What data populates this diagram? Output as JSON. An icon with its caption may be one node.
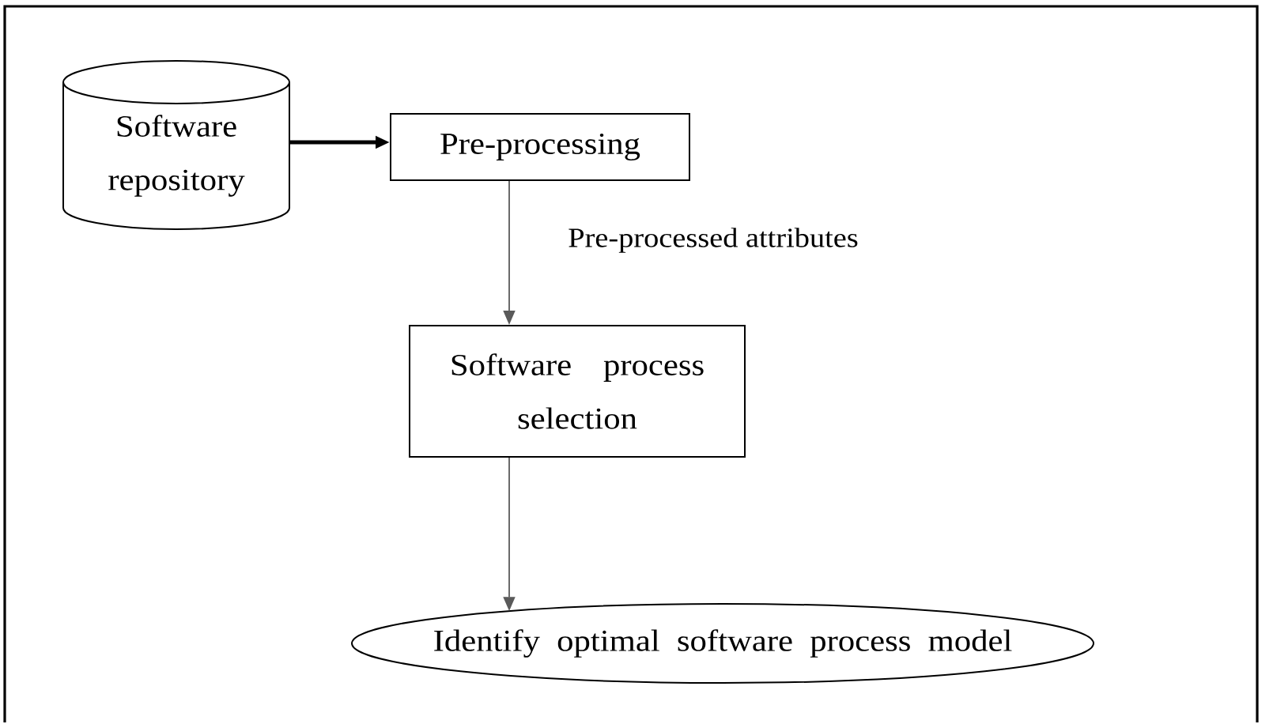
{
  "diagram": {
    "nodes": [
      {
        "text": [
          "Software repository"
        ]
      },
      {
        "text": [
          "Pre-processing"
        ]
      },
      {
        "text": [
          "Software process selection"
        ]
      },
      {
        "text": [
          "Identify optimal software process model"
        ]
      }
    ],
    "edges": [
      {
        "from": 0,
        "to": 1,
        "arrow": "to",
        "style": "thick",
        "color": "#000000"
      },
      {
        "from": 1,
        "to": 2,
        "arrow": "to",
        "label": "Pre-processed attributes"
      },
      {
        "from": 2,
        "to": 3,
        "arrow": "to"
      }
    ]
  }
}
